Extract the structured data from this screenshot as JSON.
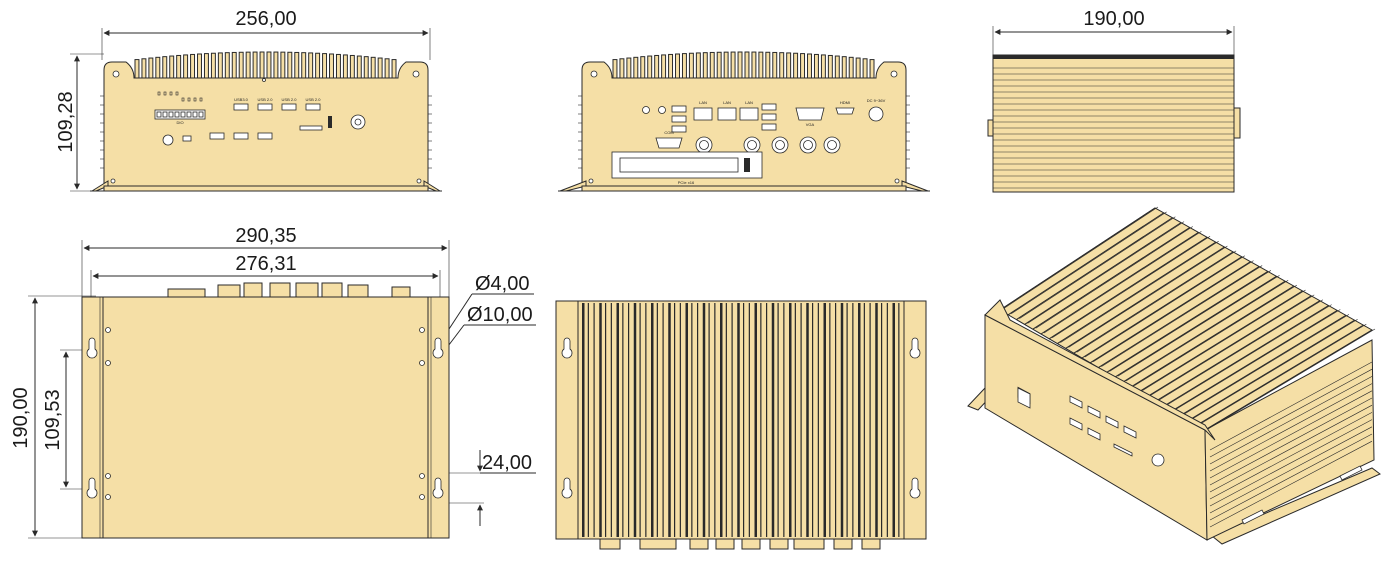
{
  "dimensions": {
    "front_width": "256,00",
    "front_height": "109,28",
    "side_depth": "190,00",
    "overall_length": "290,35",
    "mount_spacing": "276,31",
    "hole_small": "Ø4,00",
    "hole_large": "Ø10,00",
    "top_depth": "190,00",
    "mount_vertical": "109,53",
    "slot_width": "24,00"
  },
  "port_labels": {
    "front_usb3": "USB3.0",
    "front_usb2": "USB 2.0",
    "dio": "DIO",
    "rear_hdmi": "HDMI",
    "rear_dc": "DC 9~36V",
    "rear_vga": "VGA",
    "rear_lan": "LAN",
    "rear_com": "COM",
    "rear_pcie": "PCIe x16"
  },
  "colors": {
    "body": "#f5dfa6",
    "outline": "#2a2a2a"
  }
}
